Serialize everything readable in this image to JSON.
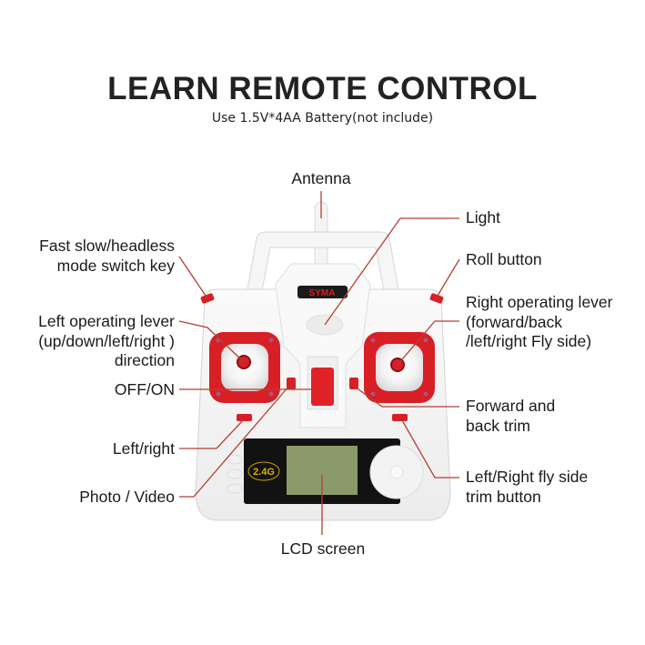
{
  "header": {
    "title": "LEARN REMOTE CONTROL",
    "subtitle": "Use 1.5V*4AA Battery(not include)"
  },
  "remote": {
    "brand": "SYMA",
    "frequency_badge": "2.4G"
  },
  "callouts": {
    "antenna": "Antenna",
    "light": "Light",
    "roll_button": "Roll button",
    "right_lever": [
      "Right operating lever",
      "(forward/back",
      "/left/right Fly side)"
    ],
    "forward_back_trim": [
      "Forward and",
      "back trim"
    ],
    "lr_fly_trim": [
      "Left/Right fly side",
      "trim button"
    ],
    "mode_switch": [
      "Fast slow/headless",
      "mode switch key"
    ],
    "left_lever": [
      "Left operating lever",
      "(up/down/left/right )",
      "direction"
    ],
    "off_on": "OFF/ON",
    "left_right": "Left/right",
    "photo_video": "Photo / Video",
    "lcd": "LCD screen"
  },
  "colors": {
    "accent": "#d81f26",
    "body": "#ffffff",
    "leader": "#b5402f"
  }
}
